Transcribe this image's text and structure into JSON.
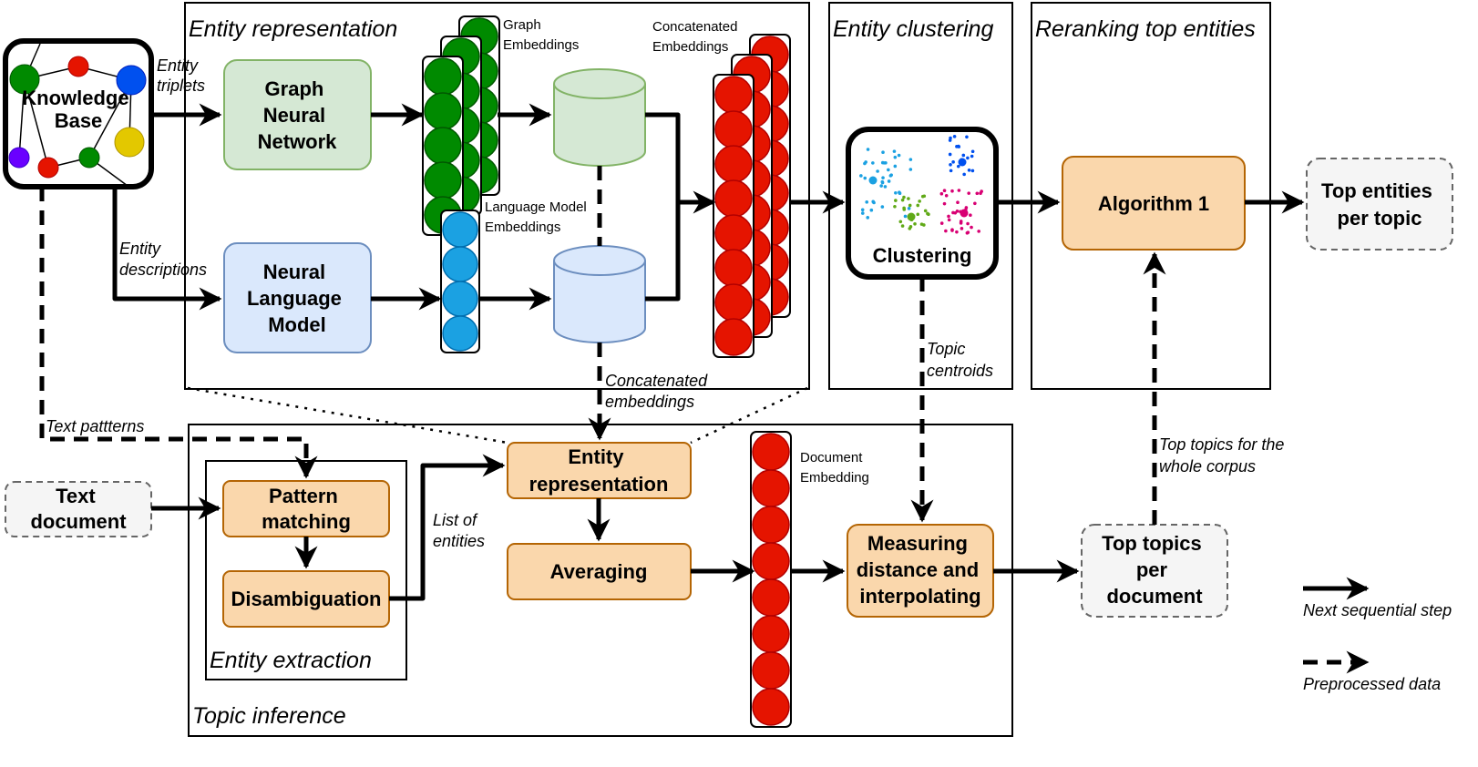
{
  "sections": {
    "entity_representation": "Entity representation",
    "entity_clustering": "Entity clustering",
    "reranking": "Reranking top entities",
    "topic_inference": "Topic inference",
    "entity_extraction": "Entity extraction"
  },
  "nodes": {
    "knowledge_base": [
      "Knowledge",
      "Base"
    ],
    "gnn": [
      "Graph",
      "Neural",
      "Network"
    ],
    "nlm": [
      "Neural",
      "Language",
      "Model"
    ],
    "clustering": "Clustering",
    "algorithm": "Algorithm 1",
    "top_entities": [
      "Top entities",
      "per topic"
    ],
    "text_document": [
      "Text",
      "document"
    ],
    "pattern_matching": [
      "Pattern",
      "matching"
    ],
    "disambiguation": "Disambiguation",
    "entity_rep": [
      "Entity",
      "representation"
    ],
    "averaging": "Averaging",
    "measuring": [
      "Measuring",
      "distance and",
      "interpolating"
    ],
    "top_topics": [
      "Top topics",
      "per",
      "document"
    ]
  },
  "labels": {
    "entity_triplets": [
      "Entity",
      "triplets"
    ],
    "entity_descriptions": [
      "Entity",
      "descriptions"
    ],
    "graph_embeddings": [
      "Graph",
      "Embeddings"
    ],
    "lm_embeddings": [
      "Language Model",
      "Embeddings"
    ],
    "concat_embeddings_top": [
      "Concatenated",
      "Embeddings"
    ],
    "concat_embeddings_bottom": [
      "Concatenated",
      "embeddings"
    ],
    "topic_centroids": [
      "Topic",
      "centroids"
    ],
    "text_patterns": "Text pattterns",
    "list_of_entities": [
      "List of",
      "entities"
    ],
    "document_embedding": [
      "Document",
      "Embedding"
    ],
    "top_topics_corpus": [
      "Top topics for the",
      "whole corpus"
    ]
  },
  "legend": {
    "next_step": "Next sequential step",
    "preprocessed": "Preprocessed data"
  },
  "colors": {
    "green_fill": "#d5e8d4",
    "green_stroke": "#82b366",
    "blue_fill": "#dae8fc",
    "blue_stroke": "#6c8ebf",
    "orange_fill": "#fad7ac",
    "orange_stroke": "#b46504",
    "gray_fill": "#f5f5f5",
    "gray_stroke": "#666666",
    "red": "#e51400",
    "dark_green": "#008a00",
    "light_blue": "#1ba1e2"
  }
}
